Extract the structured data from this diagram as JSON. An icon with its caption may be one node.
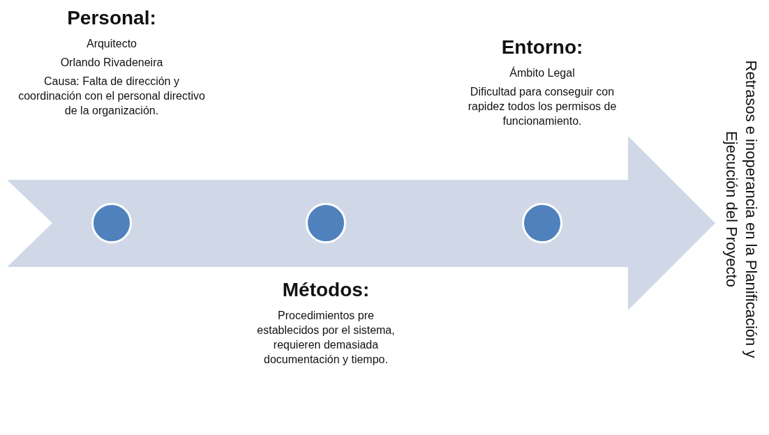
{
  "diagram": {
    "nodes": [
      {
        "text": [],
        "shape": "arrow"
      },
      {
        "text": [],
        "shape": "circle",
        "in": 0,
        "beside": [
          "Personal:",
          "Arquitecto",
          "Orlando Rivadeneira",
          "Causa: Falta de dirección y coordinación con el personal directivo de la organización."
        ]
      },
      {
        "text": [],
        "shape": "circle",
        "in": 0,
        "beside": [
          "Métodos:",
          "Procedimientos pre establecidos por el sistema, requieren demasiada documentación y tiempo."
        ]
      },
      {
        "text": [],
        "shape": "circle",
        "in": 0,
        "beside": [
          "Entorno:",
          "Ámbito Legal",
          "Dificultad para conseguir con rapidez todos los permisos de funcionamiento."
        ]
      }
    ],
    "labels": [
      "Retrasos e inoperancia en la Planificación y Ejecución del Proyecto"
    ]
  }
}
